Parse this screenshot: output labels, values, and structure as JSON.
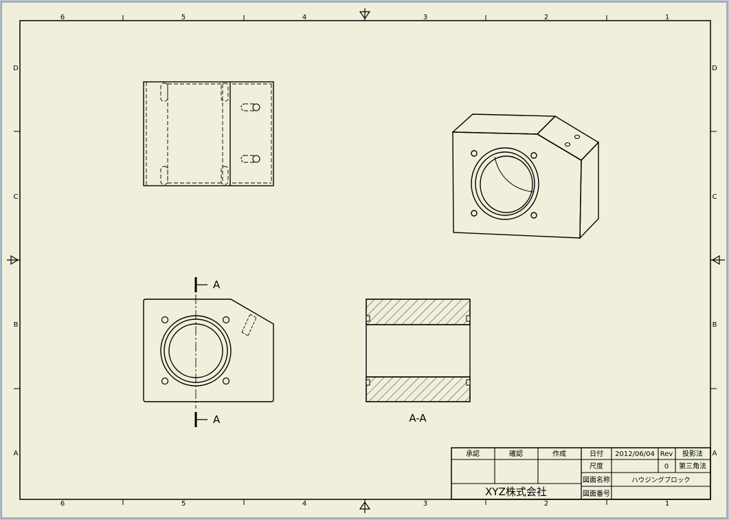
{
  "sheet": {
    "paper_color": "#efefdc",
    "line_color": "#000000",
    "bg_color": "#b8c4d4"
  },
  "border": {
    "columns_top": [
      "6",
      "5",
      "4",
      "3",
      "2",
      "1"
    ],
    "columns_bottom": [
      "6",
      "5",
      "4",
      "3",
      "2",
      "1"
    ],
    "rows_left": [
      "D",
      "C",
      "B",
      "A"
    ],
    "rows_right": [
      "D",
      "C",
      "B",
      "A"
    ]
  },
  "views": {
    "section_marker_top": "A",
    "section_marker_bottom": "A",
    "section_label": "A-A"
  },
  "title_block": {
    "approve": "承認",
    "check": "確認",
    "create": "作成",
    "date_label": "日付",
    "date_value": "2012/06/04",
    "rev_label": "Rev",
    "projection_label": "投影法",
    "scale_label": "尺度",
    "rev_value": "0",
    "projection_value": "第三角法",
    "drawing_name_label": "図面名称",
    "drawing_name_value": "ハウジングブロック",
    "drawing_number_label": "図面番号",
    "company": "XYZ株式会社"
  }
}
